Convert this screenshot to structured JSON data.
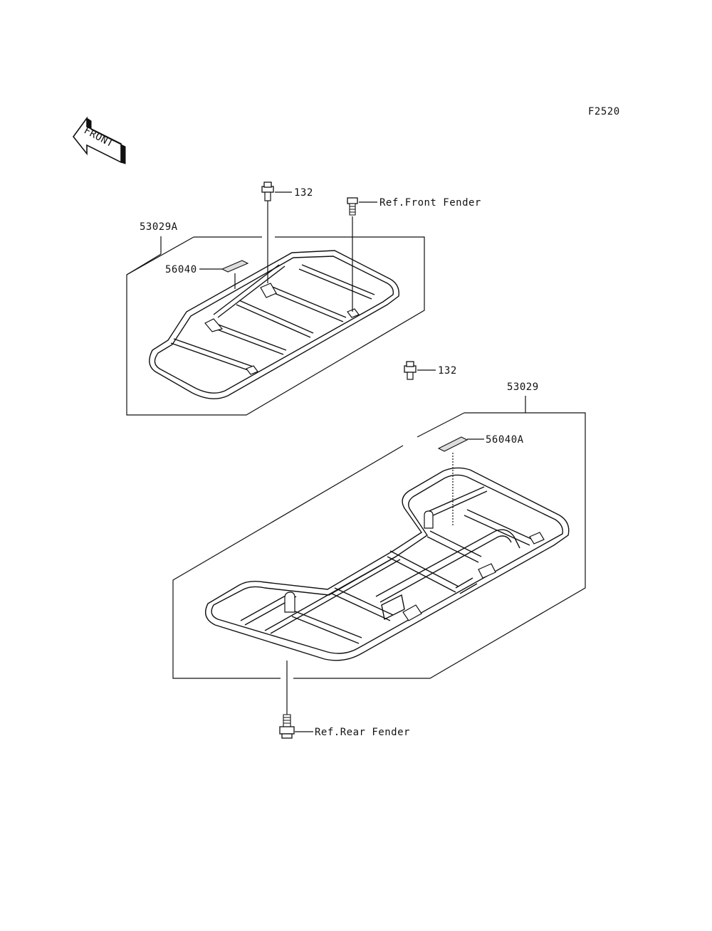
{
  "figure_code": "F2520",
  "front_arrow": {
    "text": "FRONT",
    "icon": "front-direction-arrow-icon"
  },
  "parts": {
    "bolt_132_top": "132",
    "bolt_front_fender": "Ref.Front Fender",
    "front_carrier": "53029A",
    "front_label": "56040",
    "bolt_132_mid": "132",
    "rear_carrier": "53029",
    "rear_label": "56040A",
    "bolt_rear_fender": "Ref.Rear Fender"
  },
  "colors": {
    "line": "#111111",
    "background": "#ffffff"
  }
}
